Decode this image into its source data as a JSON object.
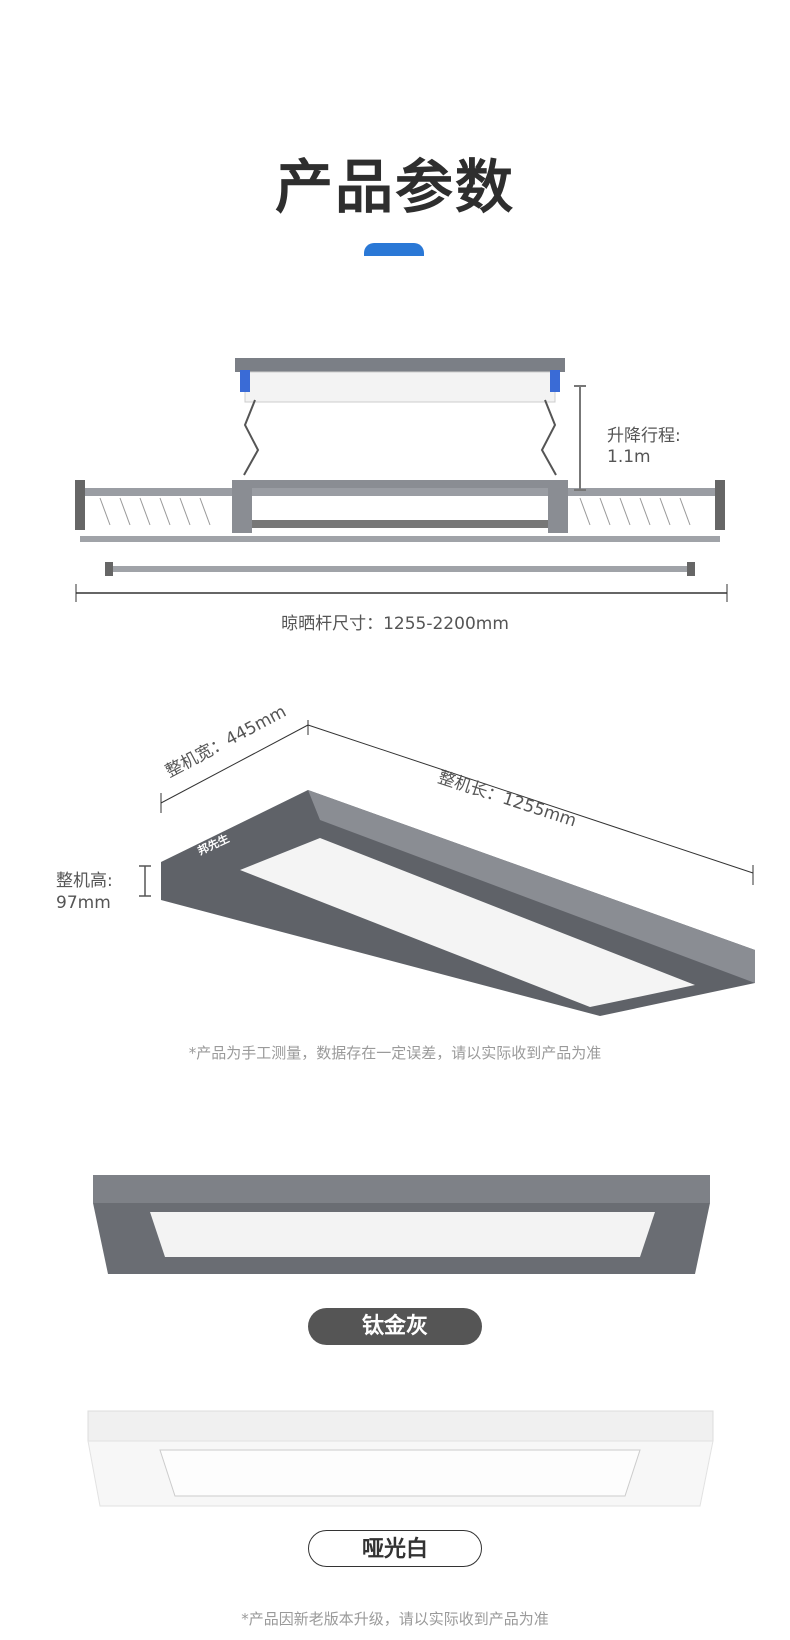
{
  "title": "产品参数",
  "accent_color": "#2a78d6",
  "rack": {
    "lift_label": "升降行程:",
    "lift_value": "1.1m",
    "rod_label": "晾晒杆尺寸：1255-2200mm"
  },
  "unit": {
    "width_label": "整机宽：445mm",
    "length_label": "整机长：1255mm",
    "height_label": "整机高:",
    "height_value": "97mm",
    "brand": "邦先生"
  },
  "note1": "*产品为手工测量，数据存在一定误差，请以实际收到产品为准",
  "colors": [
    {
      "name": "钛金灰",
      "hex": "#555555"
    },
    {
      "name": "哑光白",
      "hex": "#ffffff"
    }
  ],
  "note2": "*产品因新老版本升级，请以实际收到产品为准"
}
